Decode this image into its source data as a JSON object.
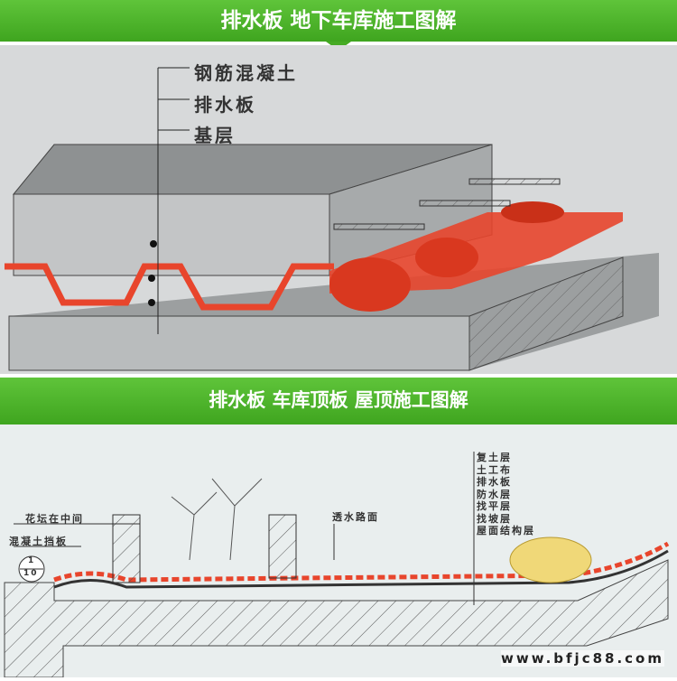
{
  "header": {
    "title": "排水板  地下车库施工图解"
  },
  "top_diagram": {
    "labels": [
      "钢筋混凝土",
      "排水板",
      "基层"
    ]
  },
  "section2": {
    "title": "排水板  车库顶板  屋顶施工图解"
  },
  "bottom_diagram": {
    "left_labels": {
      "flower_bed": "花坛在中间",
      "retaining": "混凝土挡板",
      "slope_num": "1",
      "slope_den": "10"
    },
    "road_label": "透水路面",
    "layers": [
      "复土层",
      "土工布",
      "排水板",
      "防水层",
      "找平层",
      "找坡层",
      "屋面结构层"
    ]
  },
  "watermark": "www.bfjc88.com",
  "colors": {
    "green": "#46ab24",
    "drain_board": "#e8452c"
  }
}
